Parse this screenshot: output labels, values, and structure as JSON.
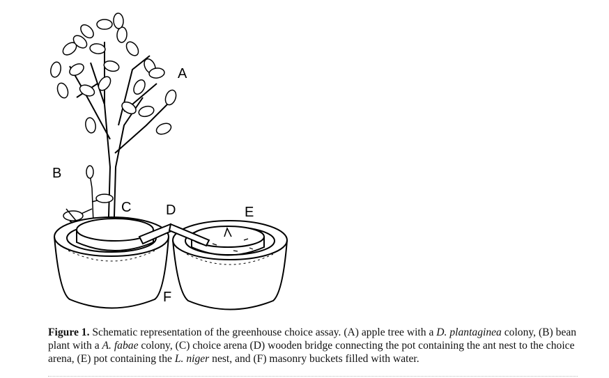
{
  "figure": {
    "labels": {
      "a": "A",
      "b": "B",
      "c": "C",
      "d": "D",
      "e": "E",
      "f": "F"
    }
  },
  "caption": {
    "figure_label": "Figure 1.",
    "parts": [
      " Schematic representation of the greenhouse choice assay. (A) apple tree with a ",
      "D. plantaginea",
      " colony, (B) bean plant with a ",
      "A. fabae",
      " colony, (C) choice arena (D) wooden bridge connecting the pot containing the ant nest to the choice arena, (E) pot containing the ",
      "L. niger",
      " nest, and (F) masonry buckets filled with water."
    ]
  }
}
